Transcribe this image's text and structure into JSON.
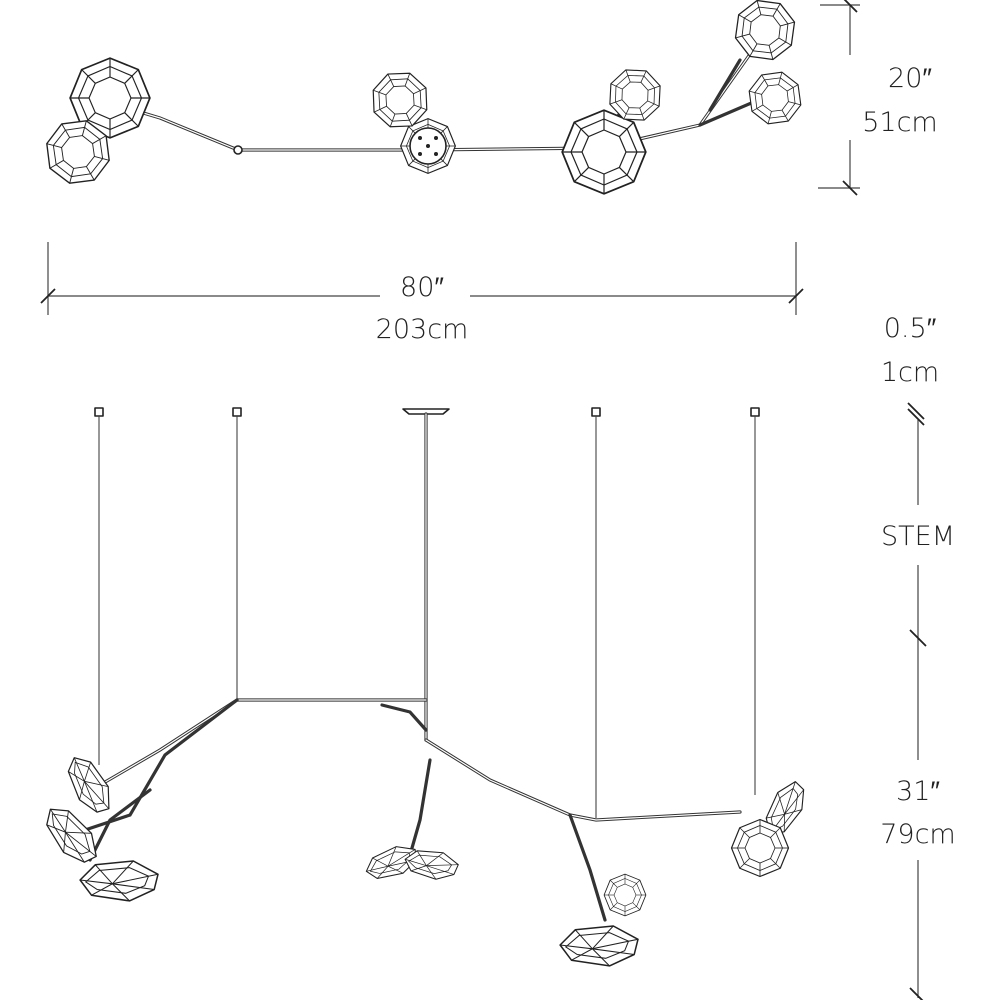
{
  "dimensions": {
    "top_height_in": "20″",
    "top_height_cm": "51cm",
    "overall_width_in": "80″",
    "overall_width_cm": "203cm",
    "canopy_in": "0.5″",
    "canopy_cm": "1cm",
    "stem_label": "STEM",
    "body_height_in": "31″",
    "body_height_cm": "79cm"
  },
  "colors": {
    "line": "#333333",
    "background": "#ffffff"
  }
}
